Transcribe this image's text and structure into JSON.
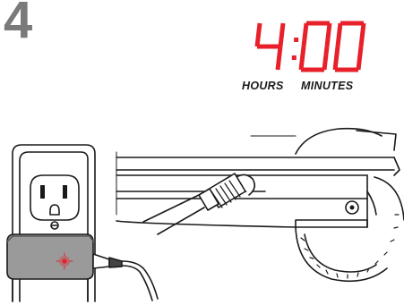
{
  "step": {
    "number": "4"
  },
  "timer": {
    "digits": [
      "4",
      ":",
      "0",
      "0"
    ],
    "color": "#e8202a",
    "hours_label": "HOURS",
    "minutes_label": "MINUTES"
  },
  "illustration": {
    "icons": [
      "wall-outlet-icon",
      "charger-adapter-icon",
      "indicator-light-icon",
      "charging-cable-icon",
      "scooter-deck-icon",
      "scooter-wheel-icon",
      "charging-plug-icon"
    ],
    "indicator_color": "#e8202a",
    "line_color": "#1a1a1a",
    "charger_fill": "#9a9a9a"
  }
}
